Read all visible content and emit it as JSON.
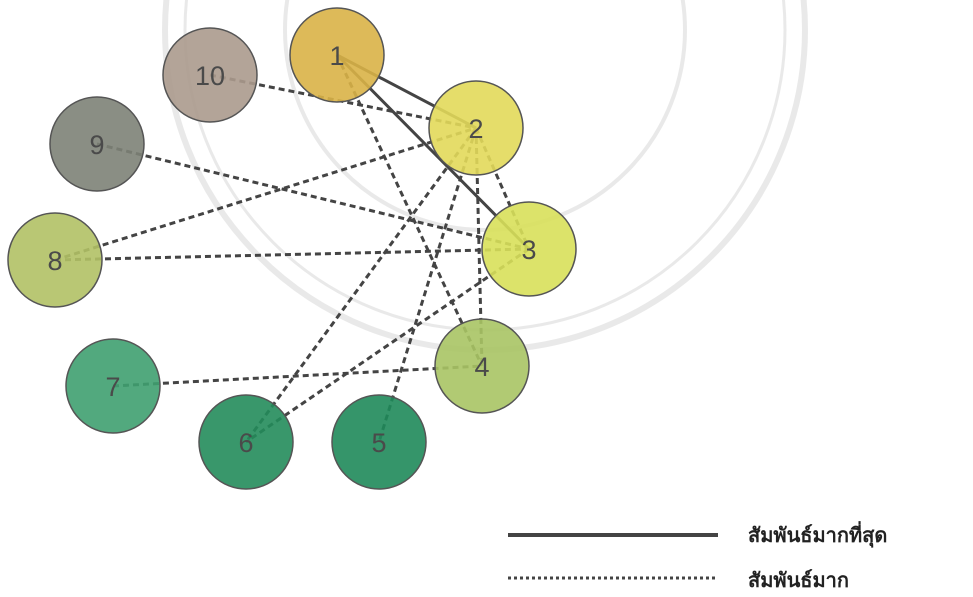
{
  "nodes": [
    {
      "id": "1",
      "label": "1",
      "color": "#d9b347"
    },
    {
      "id": "2",
      "label": "2",
      "color": "#e2d95a"
    },
    {
      "id": "3",
      "label": "3",
      "color": "#d8e05a"
    },
    {
      "id": "4",
      "label": "4",
      "color": "#a9c464"
    },
    {
      "id": "5",
      "label": "5",
      "color": "#1f8a5a"
    },
    {
      "id": "6",
      "label": "6",
      "color": "#248c5b"
    },
    {
      "id": "7",
      "label": "7",
      "color": "#3fa070"
    },
    {
      "id": "8",
      "label": "8",
      "color": "#b1c165"
    },
    {
      "id": "9",
      "label": "9",
      "color": "#7d8277"
    },
    {
      "id": "10",
      "label": "10",
      "color": "#ab9a8d"
    }
  ],
  "edges": [
    {
      "from": "1",
      "to": "2",
      "type": "strongest"
    },
    {
      "from": "1",
      "to": "3",
      "type": "strongest"
    },
    {
      "from": "1",
      "to": "4",
      "type": "strong"
    },
    {
      "from": "10",
      "to": "2",
      "type": "strong"
    },
    {
      "from": "9",
      "to": "3",
      "type": "strong"
    },
    {
      "from": "8",
      "to": "2",
      "type": "strong"
    },
    {
      "from": "8",
      "to": "3",
      "type": "strong"
    },
    {
      "from": "2",
      "to": "3",
      "type": "strong"
    },
    {
      "from": "2",
      "to": "4",
      "type": "strong"
    },
    {
      "from": "2",
      "to": "5",
      "type": "strong"
    },
    {
      "from": "2",
      "to": "6",
      "type": "strong"
    },
    {
      "from": "3",
      "to": "6",
      "type": "strong"
    },
    {
      "from": "7",
      "to": "4",
      "type": "strong"
    }
  ],
  "legend": {
    "strongest_label": "สัมพันธ์มากที่สุด",
    "strong_label": "สัมพันธ์มาก"
  }
}
